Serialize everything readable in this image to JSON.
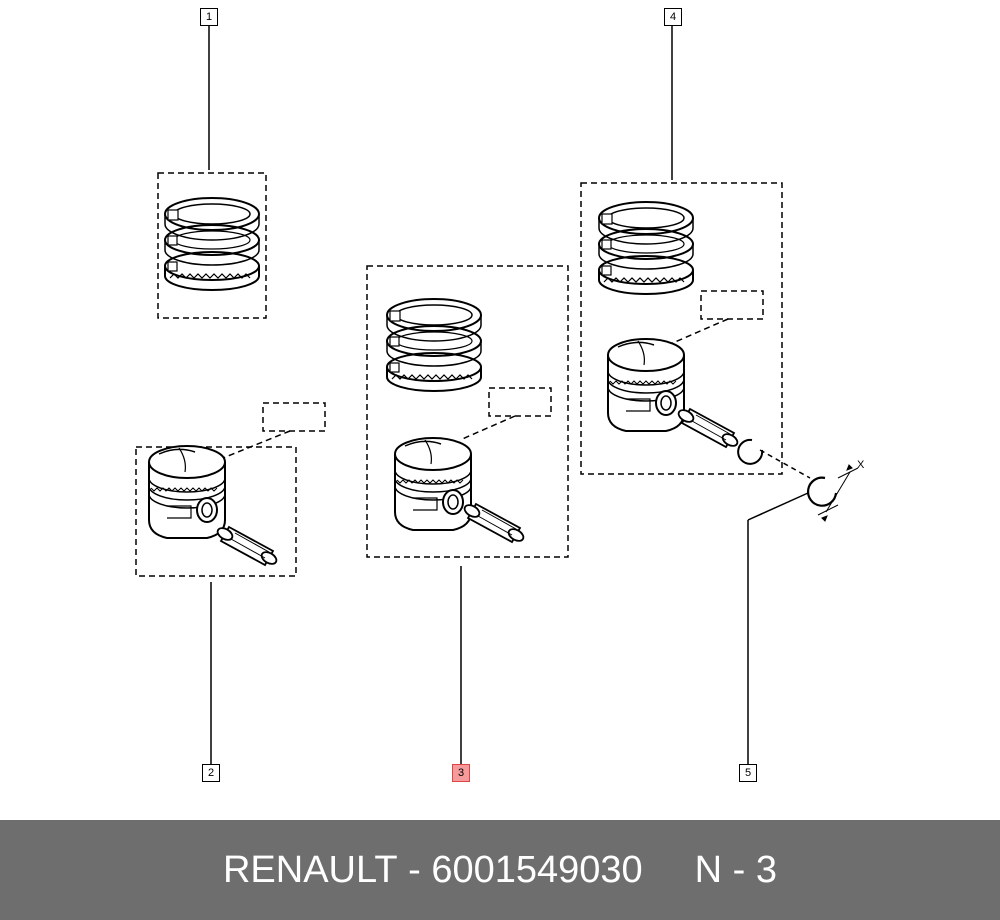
{
  "callouts": [
    {
      "label": "1",
      "active": false
    },
    {
      "label": "2",
      "active": false
    },
    {
      "label": "3",
      "active": true
    },
    {
      "label": "4",
      "active": false
    },
    {
      "label": "5",
      "active": false
    }
  ],
  "dimension_label": "X",
  "footer": {
    "brand": "RENAULT",
    "separator": " - ",
    "part_number": "6001549030",
    "position_label": "N - 3"
  },
  "colors": {
    "footer_background": "#6e6e6e",
    "footer_text": "#ffffff",
    "highlight_fill": "#f59b9b",
    "line": "#000000"
  },
  "icons": [
    "piston-ring-set-icon",
    "piston-icon",
    "piston-pin-icon",
    "circlip-icon"
  ]
}
